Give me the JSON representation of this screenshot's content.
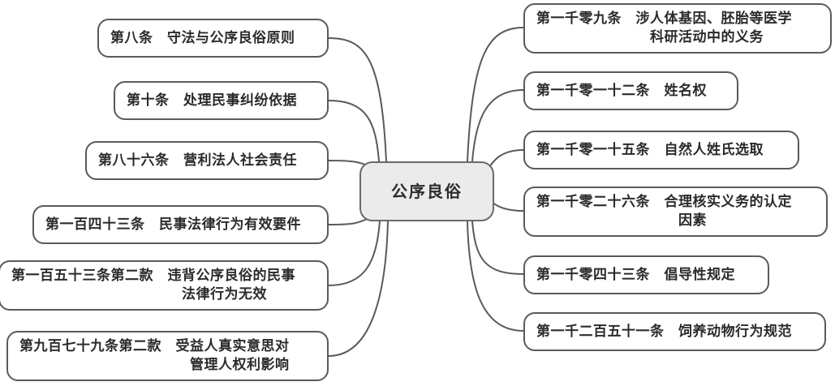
{
  "diagram": {
    "type": "mind-map",
    "title": "公序良俗",
    "center": {
      "label": "公序良俗",
      "fill_color": "#ebebeb",
      "border_color": "#6a6a6a"
    },
    "branch_color": "#5a5a5a",
    "node_fill": "#ffffff",
    "text_color": "#2b2b2b",
    "left_branch": [
      {
        "label": "第八条　守法与公序良俗原则"
      },
      {
        "label": "第十条　处理民事纠纷依据"
      },
      {
        "label": "第八十六条　营利法人社会责任"
      },
      {
        "label": "第一百四十三条　民事法律行为有效要件"
      },
      {
        "label": "第一百五十三条第二款　违背公序良俗的民事\n　　　　　　　　　　　　法律行为无效"
      },
      {
        "label": "第九百七十九条第二款　受益人真实意思对\n　　　　　　　　　　　　管理人权利影响"
      }
    ],
    "right_branch": [
      {
        "label": "第一千零九条　涉人体基因、胚胎等医学\n　　　　　　　　科研活动中的义务"
      },
      {
        "label": "第一千零一十二条　姓名权"
      },
      {
        "label": "第一千零一十五条　自然人姓氏选取"
      },
      {
        "label": "第一千零二十六条　合理核实义务的认定\n　　　　　　　　　　因素"
      },
      {
        "label": "第一千零四十三条　倡导性规定"
      },
      {
        "label": "第一千二百五十一条　饲养动物行为规范"
      }
    ]
  }
}
